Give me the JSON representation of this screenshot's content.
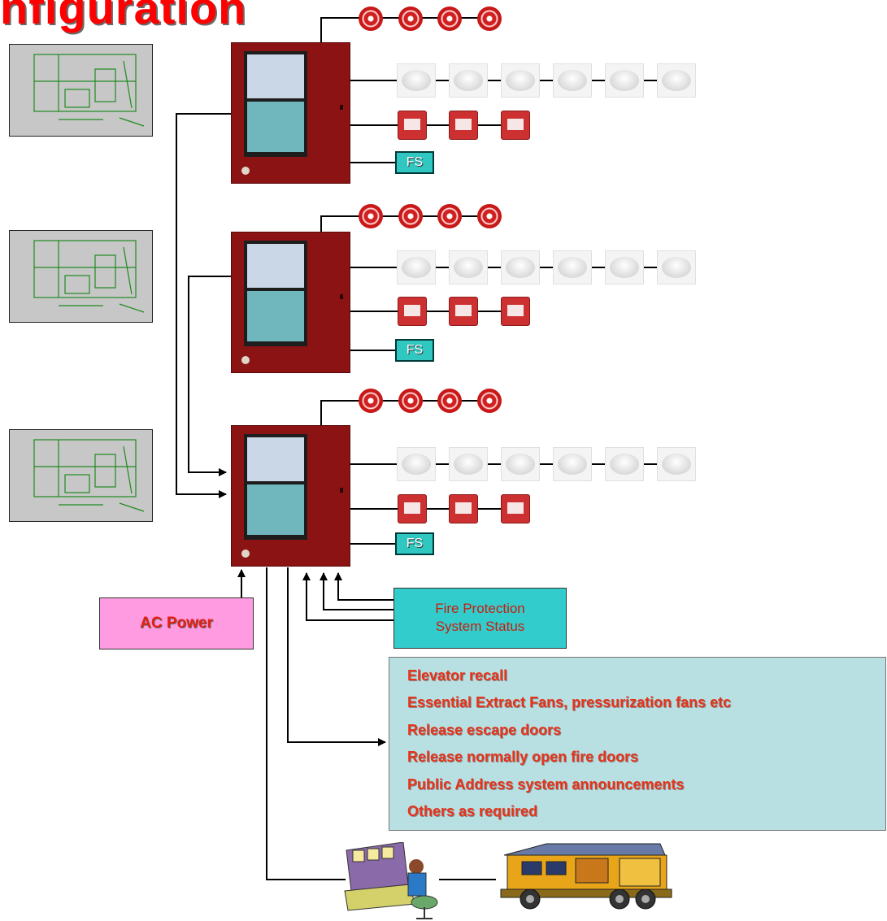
{
  "title": "nfiguration",
  "fs_label": "FS",
  "ac_power": "AC Power",
  "fire_protection_status": [
    "Fire Protection",
    "System Status"
  ],
  "interfaces": [
    "Elevator recall",
    "Essential Extract Fans, pressurization fans etc",
    "Release escape doors",
    "Release normally open fire doors",
    "Public Address system announcements",
    "Others as required"
  ],
  "panels": [
    {
      "sounders": 4,
      "smoke_detectors": 6,
      "call_points": 3
    },
    {
      "sounders": 4,
      "smoke_detectors": 6,
      "call_points": 3
    },
    {
      "sounders": 4,
      "smoke_detectors": 6,
      "call_points": 3
    }
  ],
  "colors": {
    "title": "#ff0000",
    "panel": "#8c1314",
    "fs_box": "#2fc7c0",
    "ac_power_box": "#ff9be0",
    "status_box": "#33cccc",
    "interface_box": "#b8e0e3",
    "interface_text": "#e6331a"
  }
}
